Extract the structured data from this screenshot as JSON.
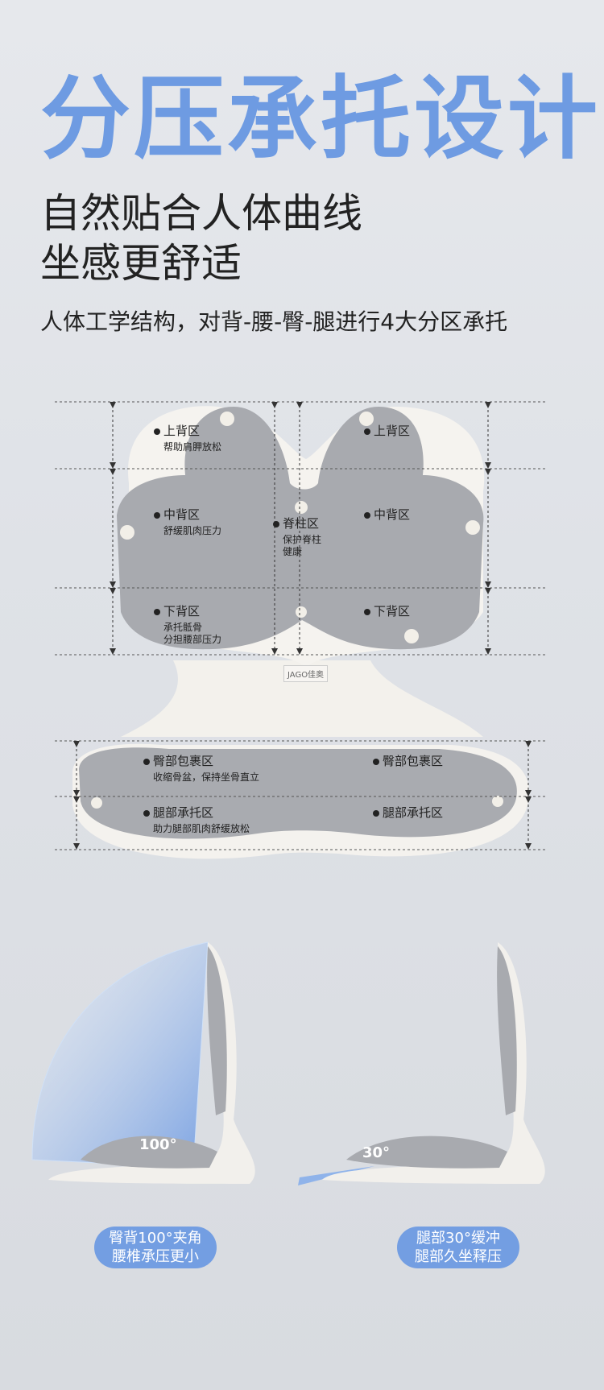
{
  "title": "分压承托设计",
  "subtitle_lines": [
    "自然贴合人体曲线",
    "坐感更舒适"
  ],
  "description": "人体工学结构，对背-腰-臀-腿进行4大分区承托",
  "brand_logo": "JAGO佳奥",
  "back_zones": [
    {
      "name": "上背区",
      "desc": [
        "帮助肩胛放松"
      ]
    },
    {
      "name": "上背区",
      "desc": []
    },
    {
      "name": "中背区",
      "desc": [
        "舒缓肌肉压力"
      ]
    },
    {
      "name": "脊柱区",
      "desc": [
        "保护脊柱",
        "健康"
      ]
    },
    {
      "name": "中背区",
      "desc": []
    },
    {
      "name": "下背区",
      "desc": [
        "承托骶骨",
        "分担腰部压力"
      ]
    },
    {
      "name": "下背区",
      "desc": []
    }
  ],
  "seat_zones": [
    {
      "name": "臀部包裹区",
      "desc": [
        "收缩骨盆，保持坐骨直立"
      ]
    },
    {
      "name": "臀部包裹区",
      "desc": []
    },
    {
      "name": "腿部承托区",
      "desc": [
        "助力腿部肌肉舒缓放松"
      ]
    },
    {
      "name": "腿部承托区",
      "desc": []
    }
  ],
  "angles": {
    "back": "100°",
    "leg": "30°"
  },
  "pills": [
    {
      "lines": [
        "臀背100°夹角",
        "腰椎承压更小"
      ]
    },
    {
      "lines": [
        "腿部30°缓冲",
        "腿部久坐释压"
      ]
    }
  ],
  "colors": {
    "accent": "#6e9be2",
    "cushion": "#a9abb0",
    "shell": "#f4f2ee"
  }
}
